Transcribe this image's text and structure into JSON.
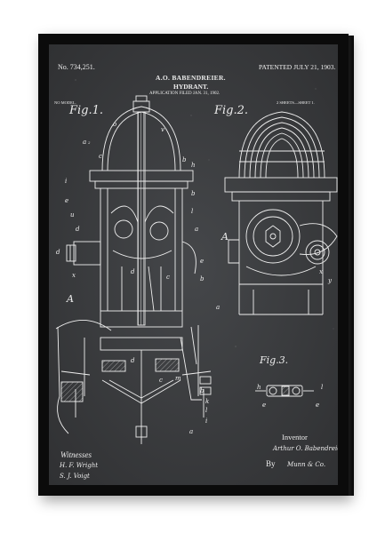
{
  "patent": {
    "number": "No. 734,251.",
    "patented": "PATENTED JULY 21, 1903.",
    "inventor_name": "A.O. BABENDREIER.",
    "title": "HYDRANT.",
    "filed": "APPLICATION FILED JAN. 31, 1902.",
    "model": "NO MODEL.",
    "sheets": "2 SHEETS—SHEET 1."
  },
  "figures": {
    "fig1": "Fig.1.",
    "fig2": "Fig.2.",
    "fig3": "Fig.3."
  },
  "signatures": {
    "inventor_label": "Inventor",
    "inventor_sig": "Arthur O. Babendreier",
    "witnesses_label": "Witnesses",
    "witness1": "H. F. Wright",
    "witness2": "S. J. Voigt",
    "by_label": "By",
    "attorney": "Munn & Co."
  },
  "colors": {
    "chalkboard": "#3a3b3d",
    "frame": "#0b0b0b",
    "line": "#efefef"
  }
}
